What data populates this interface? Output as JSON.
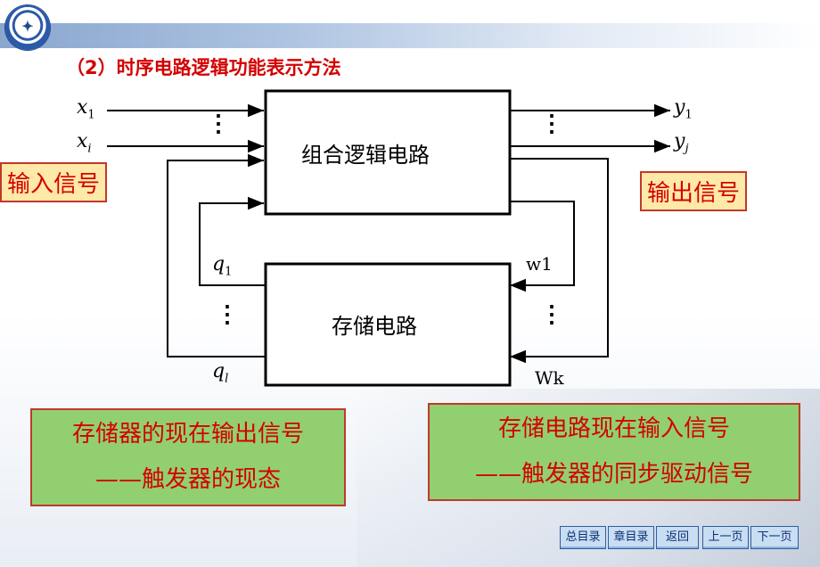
{
  "heading": "（2）时序电路逻辑功能表示方法",
  "blocks": {
    "combinational": "组合逻辑电路",
    "storage": "存储电路"
  },
  "signals": {
    "x1": "x",
    "x1_sub": "1",
    "xi": "x",
    "xi_sub": "i",
    "y1": "y",
    "y1_sub": "1",
    "yj": "y",
    "yj_sub": "j",
    "q1": "q",
    "q1_sub": "1",
    "ql": "q",
    "ql_sub": "l",
    "w1": "w1",
    "wk": "Wk",
    "ellipsis": "⋮"
  },
  "tags": {
    "input": "输入信号",
    "output": "输出信号"
  },
  "notes": {
    "left_line1": "存储器的现在输出信号",
    "left_line2": "——触发器的现态",
    "right_line1": "存储电路现在输入信号",
    "right_line2": "——触发器的同步驱动信号"
  },
  "nav": {
    "contents": "总目录",
    "chapter": "章目录",
    "back": "返回",
    "prev": "上一页",
    "next": "下一页"
  },
  "colors": {
    "heading": "#d40000",
    "tag_fill": "#ffe9a8",
    "note_fill": "#92cf71",
    "border": "#c0392b"
  }
}
